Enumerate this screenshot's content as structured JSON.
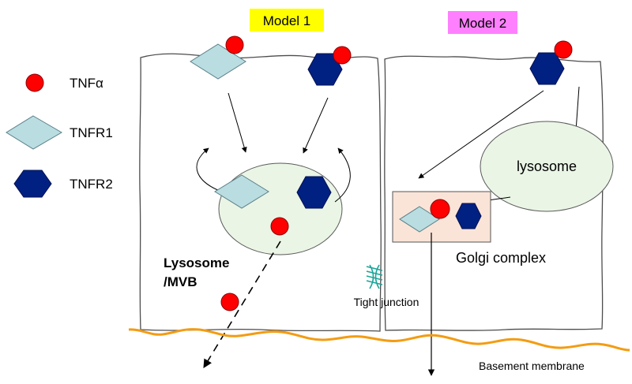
{
  "models": {
    "model1": {
      "title": "Model 1",
      "bg": "#ffff00"
    },
    "model2": {
      "title": "Model 2",
      "bg": "#ff80ff"
    }
  },
  "legend": {
    "tnfa": "TNFα",
    "tnfr1": "TNFR1",
    "tnfr2": "TNFR2"
  },
  "labels": {
    "lysosome": "lysosome",
    "lysosome_mvb_1": "Lysosome",
    "lysosome_mvb_2": "/MVB",
    "golgi": "Golgi complex",
    "tight_junction": "Tight junction",
    "basement_membrane": "Basement membrane"
  },
  "colors": {
    "tnfa": "#ff0000",
    "tnfr1": "#b9dde0",
    "tnfr2": "#002082",
    "compartment": "#eaf5e6",
    "golgi": "#fae4d8",
    "membrane": "#f39c12",
    "junction": "#1aa59a"
  },
  "icons": {
    "tnfa": "red-circle",
    "tnfr1": "light-blue-diamond",
    "tnfr2": "dark-blue-hexagon"
  }
}
